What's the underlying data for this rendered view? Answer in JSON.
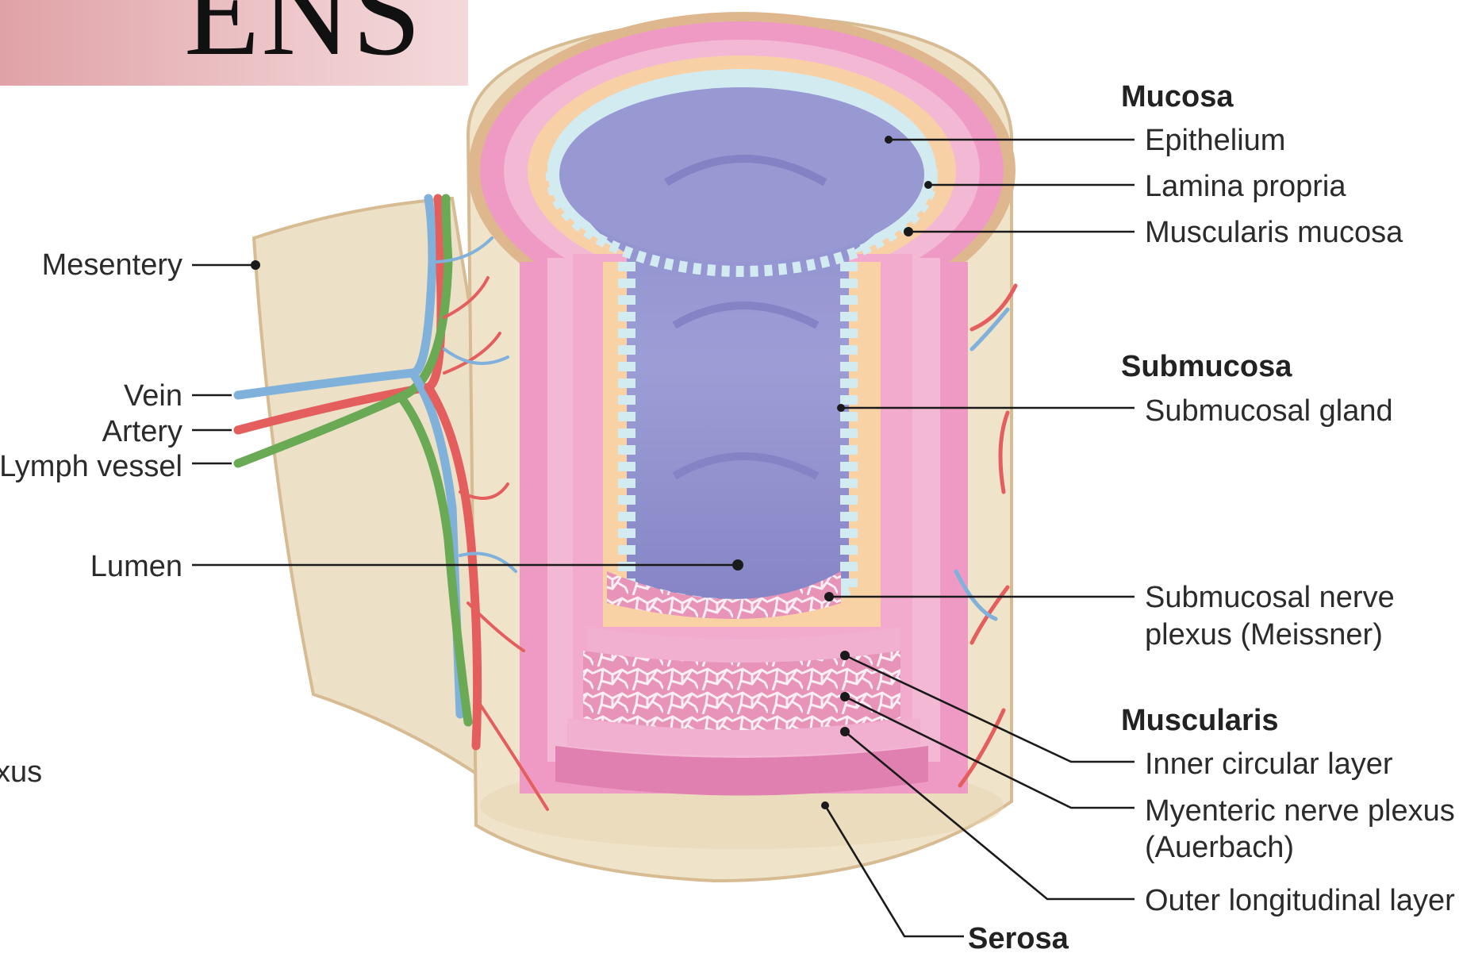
{
  "title": "ENS",
  "labels": {
    "mucosa": "Mucosa",
    "epithelium": "Epithelium",
    "lamina_propria": "Lamina propria",
    "muscularis_mucosa": "Muscularis mucosa",
    "submucosa": "Submucosa",
    "submucosal_gland": "Submucosal gland",
    "submucosal_plexus_1": "Submucosal nerve",
    "submucosal_plexus_2": "plexus (Meissner)",
    "muscularis": "Muscularis",
    "inner_circular": "Inner circular layer",
    "myenteric_1": "Myenteric nerve plexus",
    "myenteric_2": "(Auerbach)",
    "outer_longitudinal": "Outer longitudinal layer",
    "serosa": "Serosa",
    "mesentery": "Mesentery",
    "vein": "Vein",
    "artery": "Artery",
    "lymph": "Lymph vessel",
    "lumen": "Lumen",
    "cut_off": "xus"
  },
  "colors": {
    "serosa": "#eee0c4",
    "serosa_edge": "#d6b98f",
    "pink_light": "#f2b6d2",
    "pink_mid": "#e892bd",
    "pink_dark": "#dd78ac",
    "peach": "#f8d1a5",
    "lumen": "#9a9ad2",
    "lumen_dark": "#8080c2",
    "epithelium": "#cfeaf0",
    "vein": "#7fb1db",
    "artery": "#e45e5e",
    "lymph": "#6aaa55"
  }
}
